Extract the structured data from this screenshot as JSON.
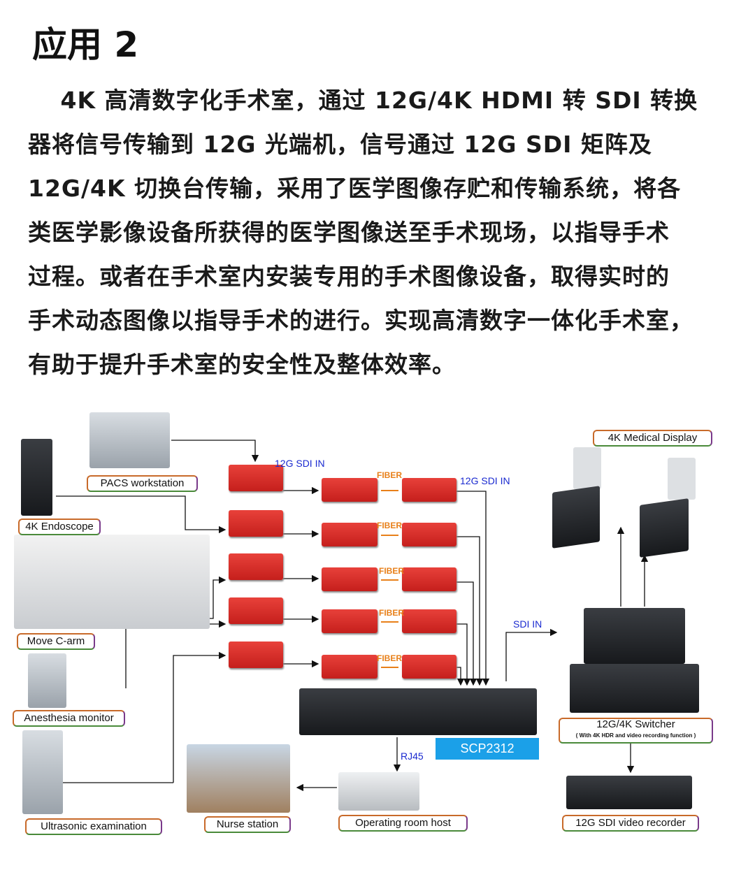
{
  "title": "应用 2",
  "paragraph": [
    "　 4K 高清数字化手术室，通过 12G/4K HDMI 转 SDI 转换",
    "器将信号传输到 12G 光端机，信号通过 12G SDI 矩阵及",
    "12G/4K 切换台传输，采用了医学图像存贮和传输系统，将各",
    "类医学影像设备所获得的医学图像送至手术现场，以指导手术",
    "过程。或者在手术室内安装专用的手术图像设备，取得实时的",
    "手术动态图像以指导手术的进行。实现高清数字一体化手术室，",
    "有助于提升手术室的安全性及整体效率。"
  ],
  "diagram": {
    "sources": [
      "PACS workstation",
      "4K Endoscope",
      "Move C-arm",
      "Anesthesia monitor",
      "Ultrasonic examination"
    ],
    "sdi_in_1": "12G SDI IN",
    "sdi_in_2": "12G SDI IN",
    "fiber": "FIBER",
    "sdi_in_3": "SDI IN",
    "rj45": "RJ45",
    "matrix": "SCP2312",
    "display": "4K Medical Display",
    "switcher": "12G/4K Switcher",
    "switcher_sub": "( With 4K HDR and video recording function )",
    "nurse": "Nurse station",
    "host": "Operating room host",
    "recorder": "12G SDI video recorder"
  }
}
